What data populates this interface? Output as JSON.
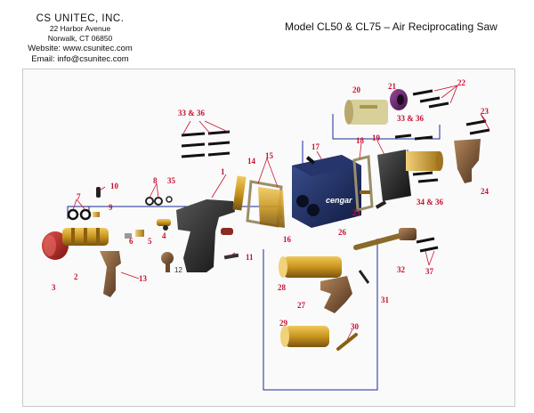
{
  "company": {
    "name": "CS UNITEC, INC.",
    "address": "22 Harbor Avenue",
    "city": "Norwalk, CT 06850",
    "website": "Website: www.csunitec.com",
    "email": "Email: info@csunitec.com"
  },
  "title": "Model CL50 & CL75 – Air Reciprocating Saw",
  "brand_logo": "cengar",
  "part_labels": {
    "p1": "1",
    "p2": "2",
    "p3": "3",
    "p4": "4",
    "p5": "5",
    "p6": "6",
    "p7": "7",
    "p8": "8",
    "p9": "9",
    "p10": "10",
    "p11": "11",
    "p12": "12",
    "p13": "13",
    "p14": "14",
    "p15": "15",
    "p16": "16",
    "p17": "17",
    "p18": "18",
    "p19": "19",
    "p20": "20",
    "p21": "21",
    "p22": "22",
    "p23": "23",
    "p24": "24",
    "p25": "25",
    "p26": "26",
    "p27": "27",
    "p28": "28",
    "p29": "29",
    "p30": "30",
    "p31": "31",
    "p32": "32",
    "p33a": "33 & 36",
    "p33b": "33 & 36",
    "p34": "34 & 36",
    "p35": "35",
    "p37": "37"
  },
  "colors": {
    "label": "#c8102e",
    "bracket": "#1a2a9a",
    "brass": "#c8951e",
    "handle": "#2b2b2b",
    "housing_blue": "#1c2f6b"
  }
}
